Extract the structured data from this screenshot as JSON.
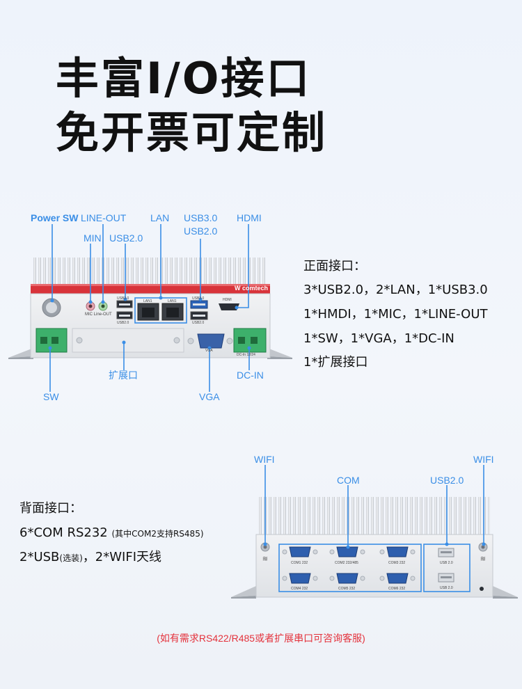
{
  "title": {
    "line1": "丰富I/O接口",
    "line2": "免开票可定制"
  },
  "front": {
    "labels": {
      "power_sw": "Power SW",
      "line_out": "LINE-OUT",
      "lan": "LAN",
      "usb30": "USB3.0",
      "usb20_top": "USB2.0",
      "hdmi": "HDMI",
      "min": "MIN",
      "usb20": "USB2.0",
      "sw": "SW",
      "expansion": "扩展口",
      "vga": "VGA",
      "dc_in": "DC-IN"
    },
    "device_text": {
      "brand": "W comtech",
      "mic_lineout": "MIC Line-OUT",
      "usb30_small": "USB3.0",
      "usb20_small": "USB2.0",
      "lan1": "LAN1",
      "lan2": "LAN1",
      "usb30_right": "USB3.0",
      "usb20_right": "USB2.0",
      "hdmi_small": "HDMI",
      "vga_small": "VGA",
      "dcin_small": "DC-In 12/24"
    },
    "spec_title": "正面接口：",
    "specs": [
      "3*USB2.0，2*LAN，1*USB3.0",
      "1*HMDI，1*MIC，1*LINE-OUT",
      "1*SW，1*VGA，1*DC-IN",
      "1*扩展接口"
    ]
  },
  "back": {
    "labels": {
      "wifi_left": "WIFI",
      "com": "COM",
      "usb20": "USB2.0",
      "wifi_right": "WIFI"
    },
    "device_text": {
      "com1": "COM1 232",
      "com2": "COM2 232/485",
      "com3": "COM3 232",
      "com4": "COM4 232",
      "com5": "COM5 232",
      "com6": "COM6 232",
      "usb_a": "USB 2.0",
      "usb_b": "USB 2.0"
    },
    "spec_title": "背面接口：",
    "spec1_main": "6*COM RS232",
    "spec1_note": "(其中COM2支持RS485)",
    "spec2_a": "2*USB",
    "spec2_b": "(选装)",
    "spec2_c": "，2*WIFI天线"
  },
  "note": "(如有需求RS422/R485或者扩展串口可咨询客服)",
  "colors": {
    "accent": "#3a8ee6",
    "brand_red": "#d8333a",
    "note_red": "#e4323c",
    "terminal_green": "#3db06b"
  }
}
